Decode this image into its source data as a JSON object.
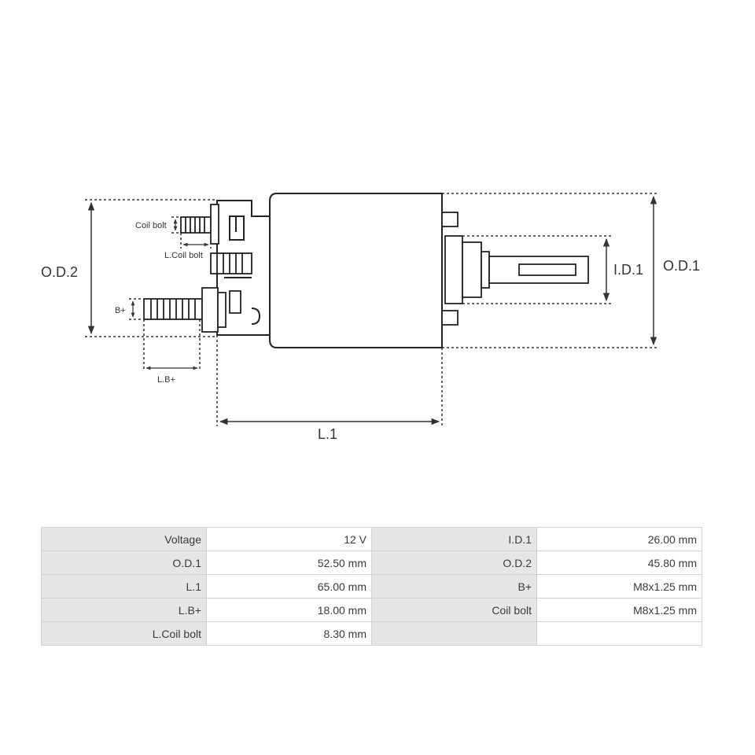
{
  "diagram": {
    "labels": {
      "od2": "O.D.2",
      "od1": "O.D.1",
      "id1": "I.D.1",
      "l1": "L.1",
      "lb": "L.B+",
      "bplus": "B+",
      "coil_bolt": "Coil bolt",
      "l_coil_bolt": "L.Coil bolt"
    }
  },
  "specs": {
    "rows": [
      {
        "k1": "Voltage",
        "v1": "12 V",
        "k2": "I.D.1",
        "v2": "26.00 mm"
      },
      {
        "k1": "O.D.1",
        "v1": "52.50 mm",
        "k2": "O.D.2",
        "v2": "45.80 mm"
      },
      {
        "k1": "L.1",
        "v1": "65.00 mm",
        "k2": "B+",
        "v2": "M8x1.25 mm"
      },
      {
        "k1": "L.B+",
        "v1": "18.00 mm",
        "k2": "Coil bolt",
        "v2": "M8x1.25 mm"
      },
      {
        "k1": "L.Coil bolt",
        "v1": "8.30 mm",
        "k2": "",
        "v2": ""
      }
    ]
  }
}
